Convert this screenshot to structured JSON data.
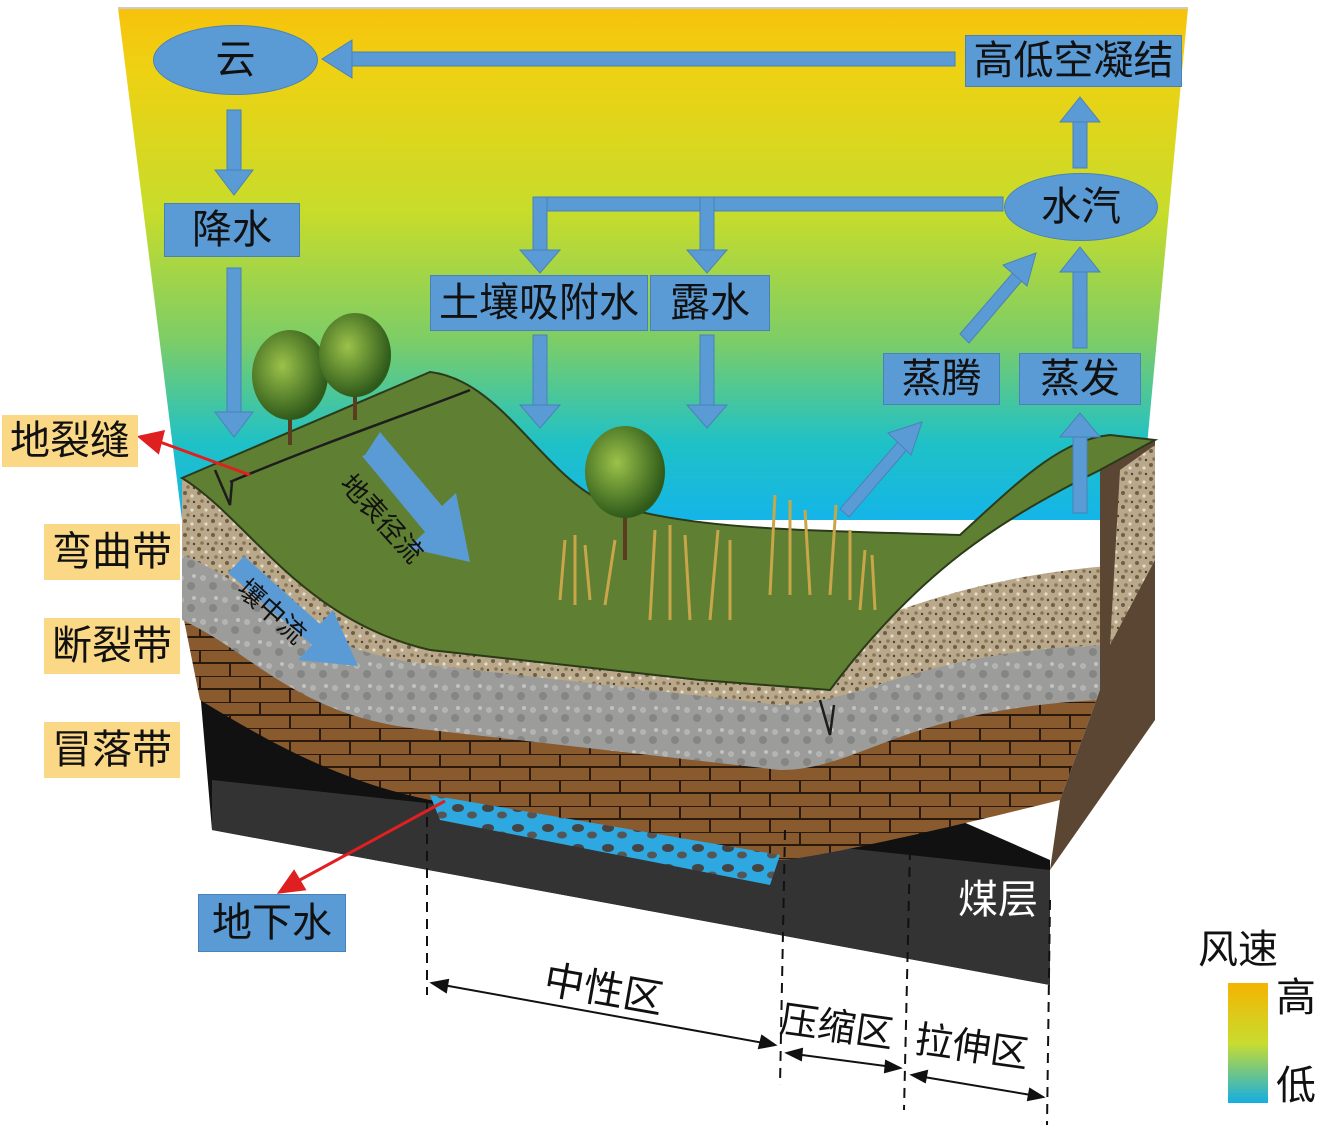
{
  "nodes": {
    "cloud": "云",
    "condensation": "高低空凝结",
    "precipitation": "降水",
    "vapor": "水汽",
    "soil_water": "土壤吸附水",
    "dew": "露水",
    "transpiration": "蒸腾",
    "evaporation": "蒸发",
    "groundwater": "地下水"
  },
  "flows": {
    "surface_runoff": "地表径流",
    "interflow": "壤中流"
  },
  "zones": {
    "ground_fissure": "地裂缝",
    "bending": "弯曲带",
    "fracture": "断裂带",
    "caving": "冒落带",
    "coal_seam": "煤层"
  },
  "regions": {
    "neutral": "中性区",
    "compression": "压缩区",
    "tension": "拉伸区"
  },
  "legend": {
    "title": "风速",
    "high": "高",
    "low": "低",
    "colors": {
      "high": "#f4b400",
      "mid": "#c9dc2f",
      "low": "#14aee3"
    }
  },
  "colors": {
    "node_fill": "#5b9bd5",
    "zone_label_fill": "#fbd885",
    "pointer_red": "#e02020",
    "ground_green": "#5f7f32"
  }
}
